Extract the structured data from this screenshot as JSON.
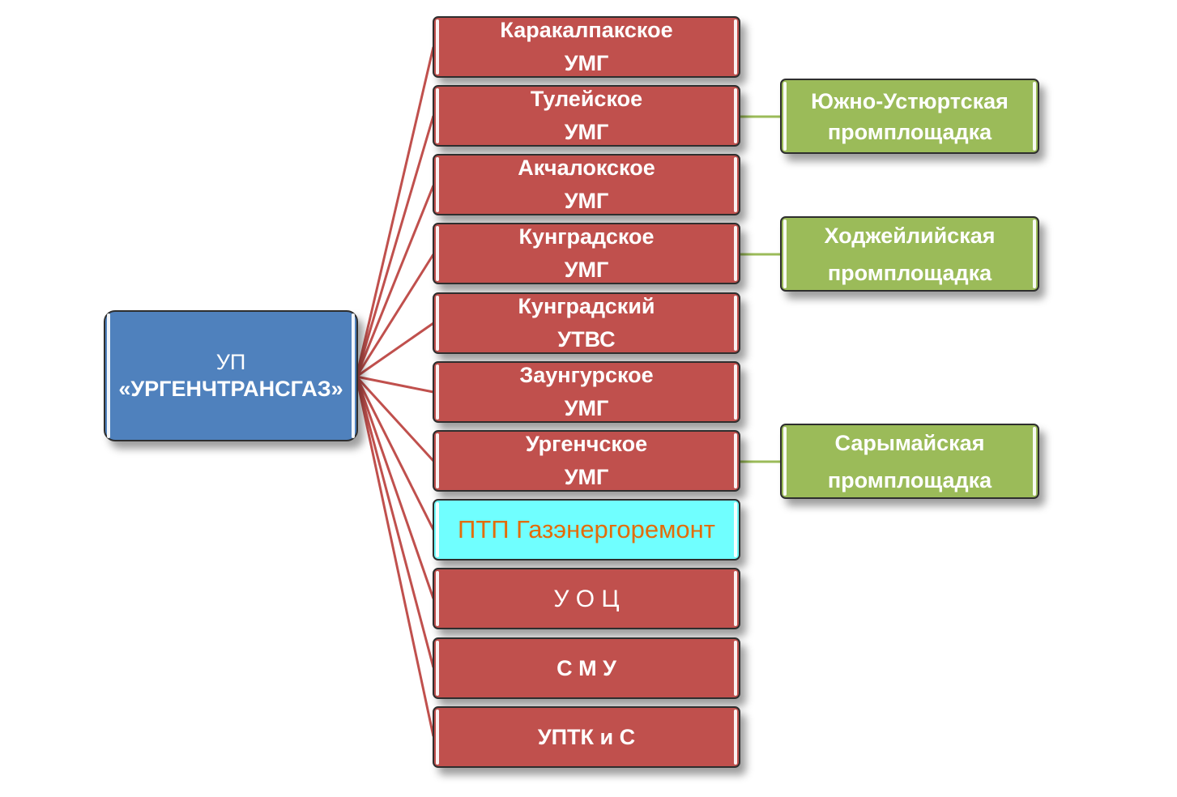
{
  "root": {
    "line1": "УП",
    "line2": "«УРГЕНЧТРАНСГАЗ»"
  },
  "branches": [
    {
      "lines": [
        "Каракалпакское",
        "УМГ"
      ]
    },
    {
      "lines": [
        "Тулейское",
        "УМГ"
      ]
    },
    {
      "lines": [
        "Акчалокское",
        "УМГ"
      ]
    },
    {
      "lines": [
        "Кунградское",
        "УМГ"
      ]
    },
    {
      "lines": [
        "Кунградский",
        "УТВС"
      ]
    },
    {
      "lines": [
        "Заунгурское",
        "УМГ"
      ]
    },
    {
      "lines": [
        "Ургенчское",
        "УМГ"
      ]
    },
    {
      "lines": [
        "ПТП Газэнергоремонт"
      ]
    },
    {
      "lines": [
        "У О Ц"
      ]
    },
    {
      "lines": [
        "С М У"
      ]
    },
    {
      "lines": [
        "УПТК и С"
      ]
    }
  ],
  "sites": [
    {
      "lines": [
        "Южно-Устюртская",
        "промплощадка"
      ]
    },
    {
      "lines": [
        "Ходжейлийская",
        "промплощадка"
      ]
    },
    {
      "lines": [
        "Сарымайская",
        "промплощадка"
      ]
    }
  ],
  "colors": {
    "root_fill": "#4f81bd",
    "branch_fill": "#c0504d",
    "highlight_fill": "#70ffff",
    "highlight_text": "#e36c09",
    "site_fill": "#9bbb59",
    "red_connector": "#c0504d",
    "green_connector": "#9bbb59"
  }
}
